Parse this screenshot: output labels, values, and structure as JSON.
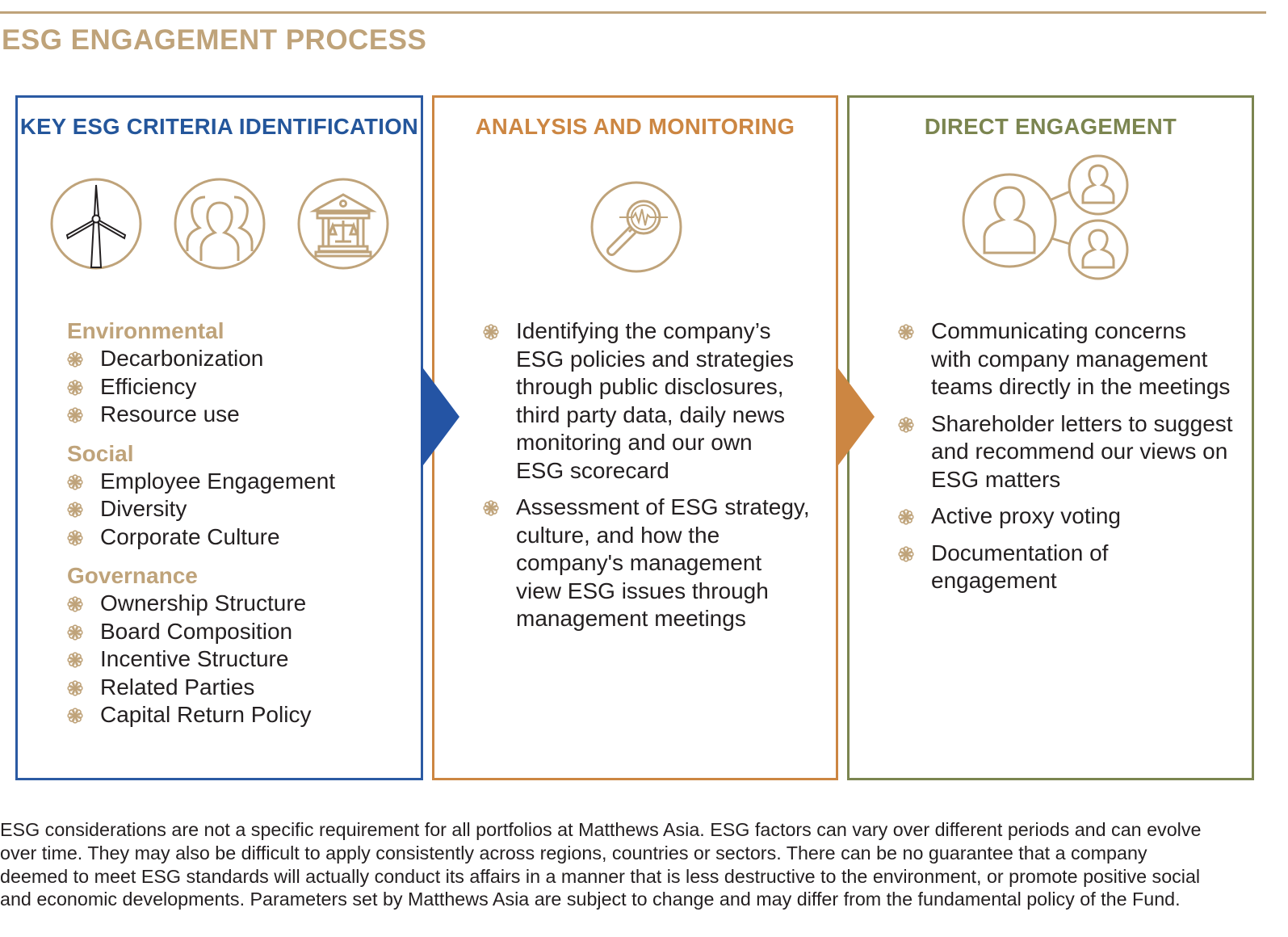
{
  "title": "ESG ENGAGEMENT PROCESS",
  "colors": {
    "gold": "#bfa37a",
    "blue": "#2b5aa3",
    "orange": "#cc8642",
    "green": "#7b8550",
    "text": "#231f20"
  },
  "panels": [
    {
      "heading": "KEY ESG CRITERIA IDENTIFICATION",
      "icons": [
        "wind-turbine-icon",
        "people-icon",
        "courthouse-scales-icon"
      ],
      "categories": [
        {
          "name": "Environmental",
          "items": [
            "Decarbonization",
            "Efficiency",
            "Resource use"
          ]
        },
        {
          "name": "Social",
          "items": [
            "Employee Engagement",
            "Diversity",
            "Corporate Culture"
          ]
        },
        {
          "name": "Governance",
          "items": [
            "Ownership Structure",
            "Board Composition",
            "Incentive Structure",
            "Related Parties",
            "Capital Return Policy"
          ]
        }
      ]
    },
    {
      "heading": "ANALYSIS AND MONITORING",
      "icons": [
        "magnifier-pulse-icon"
      ],
      "bullets": [
        [
          "Identifying the company’s",
          "ESG policies and strategies",
          "through public disclosures,",
          "third party data, daily news",
          "monitoring and our own",
          "ESG scorecard"
        ],
        [
          "Assessment of ESG strategy,",
          "culture, and how the",
          "company's management",
          "view ESG issues through",
          "management meetings"
        ]
      ]
    },
    {
      "heading": "DIRECT ENGAGEMENT",
      "icons": [
        "people-network-icon"
      ],
      "bullets": [
        [
          "Communicating concerns",
          "with company management",
          "teams directly in the meetings"
        ],
        [
          "Shareholder letters to suggest",
          "and recommend our views on",
          "ESG matters"
        ],
        [
          "Active proxy voting"
        ],
        [
          "Documentation of",
          "engagement"
        ]
      ]
    }
  ],
  "footnote": [
    "ESG considerations are not a specific requirement for all portfolios at Matthews Asia. ESG factors can vary over different periods and can evolve",
    "over time. They may also be difficult to apply consistently across regions, countries or sectors. There can be no guarantee that a company",
    "deemed to meet ESG standards will actually conduct its affairs in a manner that is less destructive to the environment, or promote positive social",
    "and economic developments. Parameters set by Matthews Asia are subject to change and may differ from the fundamental policy of the Fund."
  ]
}
